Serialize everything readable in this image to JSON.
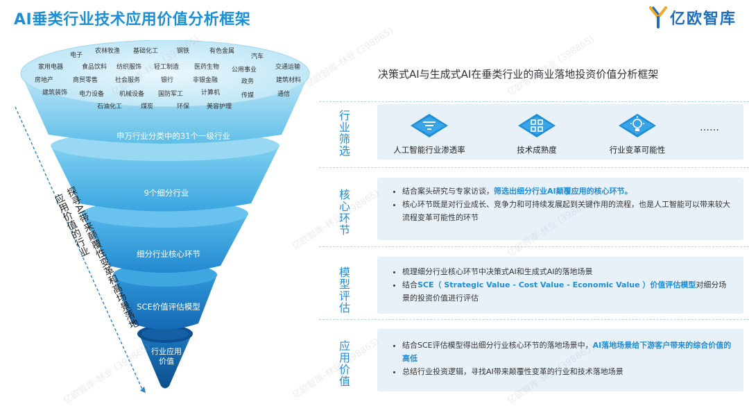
{
  "header": {
    "title": "AI垂类行业技术应用价值分析框架",
    "logo_text": "亿欧智库"
  },
  "subtitle": "决策式AI与生成式AI在垂类行业的商业落地投资价值分析框架",
  "side_text": {
    "line1": "探寻AI带来颠覆性变革和高场景落地",
    "line2": "应用价值的行业"
  },
  "funnel": {
    "industries": [
      "电子",
      "农林牧渔",
      "基础化工",
      "钢铁",
      "有色金属",
      "汽车",
      "家用电器",
      "食品饮料",
      "纺织服饰",
      "轻工制造",
      "医药生物",
      "公用事业",
      "交通运输",
      "房地产",
      "商贸零售",
      "社会服务",
      "银行",
      "非银金融",
      "政务",
      "建筑材料",
      "建筑装饰",
      "电力设备",
      "机械设备",
      "国防军工",
      "计算机",
      "传媒",
      "通信",
      "石油化工",
      "煤炭",
      "环保",
      "美容护理"
    ],
    "bands": [
      {
        "label": "申万行业分类中的31个一级行业"
      },
      {
        "label": "9个细分行业"
      },
      {
        "label": "细分行业核心环节"
      },
      {
        "label": "SCE价值评估模型"
      },
      {
        "label": "行业应用价值"
      }
    ]
  },
  "stages": [
    {
      "label": "行业筛选"
    },
    {
      "label": "核心环节"
    },
    {
      "label": "模型评估"
    },
    {
      "label": "应用价值"
    }
  ],
  "panel1": {
    "items": [
      {
        "icon": "filter-icon",
        "caption": "人工智能行业渗透率"
      },
      {
        "icon": "grid-icon",
        "caption": "技术成熟度"
      },
      {
        "icon": "lightbulb-icon",
        "caption": "行业变革可能性"
      }
    ],
    "more": "……"
  },
  "panel2": {
    "b1_pre": "结合案头研究与专家访谈，",
    "b1_hl": "筛选出细分行业AI颠覆应用的核心环节。",
    "b2": "核心环节既是对行业成长、竞争力和可持续发展起到关键作用的流程，也是人工智能可以带来较大流程变革可能性的环节"
  },
  "panel3": {
    "b1": "梳理细分行业核心环节中决策式AI和生成式AI的落地场景",
    "b2_pre": "结合",
    "b2_hl": "SCE（ Strategic Value - Cost Value - Economic Value ）价值评估模型",
    "b2_post": "对细分场景的投资价值进行评估"
  },
  "panel4": {
    "b1_pre": "结合SCE评估模型得出细分行业核心环节的落地场景中，",
    "b1_hl": "AI落地场景给下游客户带来的综合价值的高低",
    "b2": "总结行业投资逻辑，寻找AI带来颠覆性变革的行业和技术落地场景"
  },
  "watermark": "亿欧智库-林业 (398865)",
  "colors": {
    "title": "#1a8fd6",
    "accent": "#1e8ed8",
    "panel_bg": "#e9f1f8"
  }
}
